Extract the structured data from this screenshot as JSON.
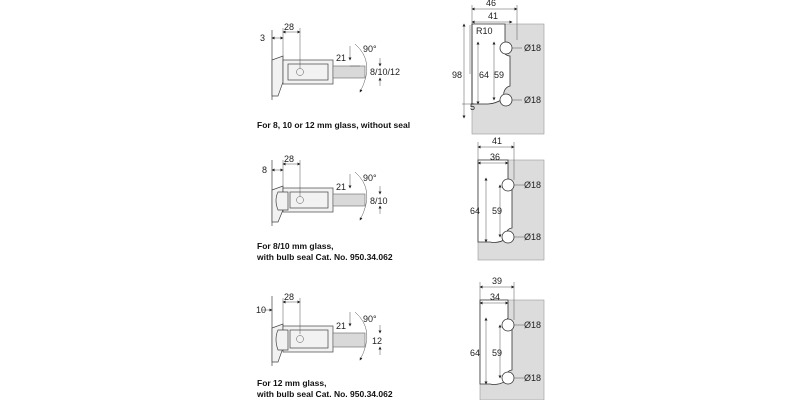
{
  "rows": [
    {
      "caption_line1": "For 8, 10 or 12 mm glass, without seal",
      "caption_line2": "",
      "side": {
        "offset": "3",
        "depth": "28",
        "height": "21",
        "angle": "90°",
        "glass": "8/10/12"
      },
      "cutout": {
        "width_total": "46",
        "width_inner": "41",
        "radius": "R10",
        "total_height": "98",
        "left_height": "64",
        "right_height": "59",
        "bottom_offset": "5",
        "hole_top": "Ø18",
        "hole_bottom": "Ø18"
      }
    },
    {
      "caption_line1": "For 8/10 mm glass,",
      "caption_line2": "with bulb seal Cat. No. 950.34.062",
      "side": {
        "offset": "8",
        "depth": "28",
        "height": "21",
        "angle": "90°",
        "glass": "8/10"
      },
      "cutout": {
        "width_total": "41",
        "width_inner": "36",
        "left_height": "64",
        "right_height": "59",
        "hole_top": "Ø18",
        "hole_bottom": "Ø18"
      }
    },
    {
      "caption_line1": "For 12 mm glass,",
      "caption_line2": "with bulb seal Cat. No. 950.34.062",
      "side": {
        "offset": "10",
        "depth": "28",
        "height": "21",
        "angle": "90°",
        "glass": "12"
      },
      "cutout": {
        "width_total": "39",
        "width_inner": "34",
        "left_height": "64",
        "right_height": "59",
        "hole_top": "Ø18",
        "hole_bottom": "Ø18"
      }
    }
  ]
}
